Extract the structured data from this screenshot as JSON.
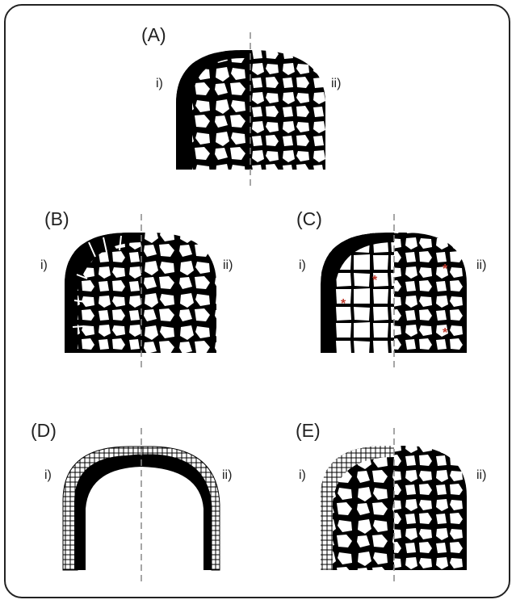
{
  "colors": {
    "ink": "#000000",
    "frame": "#222222",
    "dash": "#888888",
    "star": "#c0392b"
  },
  "panels": [
    {
      "id": "A",
      "label": "(A)",
      "left_label": "i)",
      "right_label": "ii)"
    },
    {
      "id": "B",
      "label": "(B)",
      "left_label": "i)",
      "right_label": "ii)"
    },
    {
      "id": "C",
      "label": "(C)",
      "left_label": "i)",
      "right_label": "ii)"
    },
    {
      "id": "D",
      "label": "(D)",
      "left_label": "i)",
      "right_label": "ii)"
    },
    {
      "id": "E",
      "label": "(E)",
      "left_label": "i)",
      "right_label": "ii)"
    }
  ],
  "icons": {
    "marker": "red-asterisk-icon"
  }
}
